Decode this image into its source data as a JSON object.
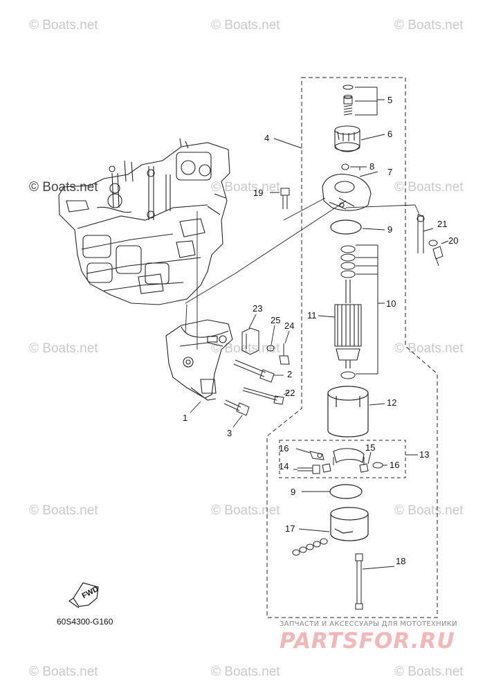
{
  "watermarks": {
    "top_left": "© Boats.net",
    "top_center": "© Boats.net",
    "top_right": "© Boats.net",
    "upper_left": "© Boats.net",
    "upper_center": "© Boats.net",
    "upper_right": "© Boats.net",
    "mid_left": "© Boats.net",
    "mid_center": "© Boats.net",
    "mid_right": "© Boats.net",
    "low_left": "© Boats.net",
    "low_center": "© Boats.net",
    "low_right": "© Boats.net",
    "bottom_left": "© Boats.net",
    "bottom_center": "© Boats.net",
    "bottom_right": "© Boats.net"
  },
  "callouts": {
    "c1": "1",
    "c2": "2",
    "c3": "3",
    "c4": "4",
    "c5": "5",
    "c6": "6",
    "c7": "7",
    "c8": "8",
    "c9a": "9",
    "c9b": "9",
    "c10": "10",
    "c11": "11",
    "c12": "12",
    "c13": "13",
    "c14": "14",
    "c15": "15",
    "c16a": "16",
    "c16b": "16",
    "c17": "17",
    "c18": "18",
    "c19": "19",
    "c20": "20",
    "c21": "21",
    "c22": "22",
    "c23": "23",
    "c24": "24",
    "c25": "25"
  },
  "diagram_code": "60S4300-G160",
  "fwd_label": "FWD",
  "partsfor": {
    "tagline": "ЗАПЧАСТИ И АКСЕССУАРЫ ДЛЯ МОТОТЕХНИКИ",
    "logo": "PARTSFOR.RU"
  }
}
